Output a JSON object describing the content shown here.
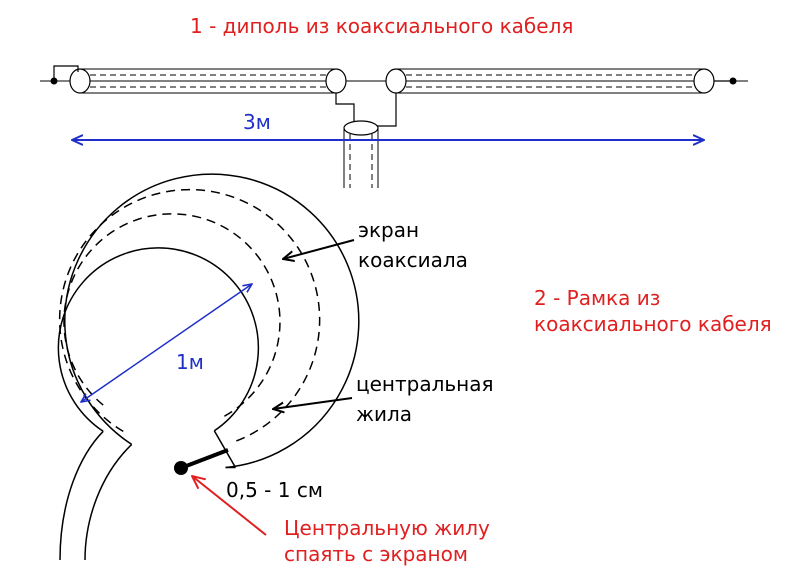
{
  "dipole": {
    "title": "1 - диполь из коаксиального кабеля",
    "length_label": "3м"
  },
  "loop": {
    "title_line1": "2 - Рамка из",
    "title_line2": "коаксиального кабеля",
    "diameter_label": "1м",
    "shield_label_line1": "экран",
    "shield_label_line2": "коаксиала",
    "core_label_line1": "центральная",
    "core_label_line2": "жила",
    "gap_label": "0,5 - 1 см",
    "solder_note_line1": "Центральную жилу",
    "solder_note_line2": "спаять с экраном"
  },
  "colors": {
    "title": "#e02020",
    "dimension": "#1f2fc8",
    "drawing": "#000000"
  }
}
